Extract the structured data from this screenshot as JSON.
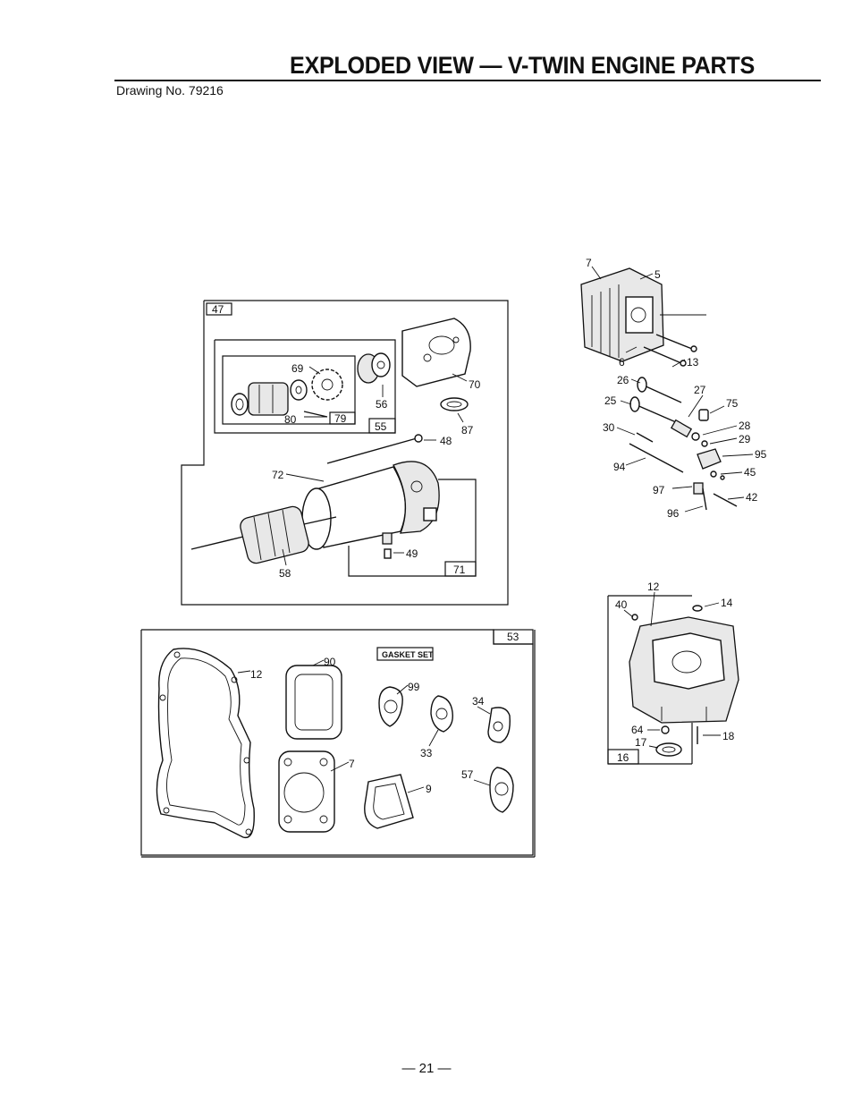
{
  "header": {
    "title": "EXPLODED VIEW — V-TWIN ENGINE PARTS",
    "drawing_number": "Drawing No. 79216"
  },
  "footer": {
    "page_number": "— 21 —"
  },
  "boxes": {
    "starter": "47",
    "starter_drive": "55",
    "drive_sub": "79",
    "end_cap": "71",
    "gasket": "53",
    "crankcase": "16"
  },
  "gasket_set_label": "GASKET SET",
  "callouts": {
    "c69": "69",
    "c56": "56",
    "c70": "70",
    "c80": "80",
    "c87": "87",
    "c48": "48",
    "c72": "72",
    "c58": "58",
    "c49": "49",
    "c7": "7",
    "c5": "5",
    "c6": "6",
    "c13": "13",
    "c26": "26",
    "c27": "27",
    "c25": "25",
    "c75": "75",
    "c28": "28",
    "c29": "29",
    "c30": "30",
    "c95": "95",
    "c94": "94",
    "c45": "45",
    "c97": "97",
    "c42": "42",
    "c96": "96",
    "c12a": "12",
    "c40": "40",
    "c14": "14",
    "c64": "64",
    "c17": "17",
    "c18": "18",
    "c12b": "12",
    "c90": "90",
    "c99": "99",
    "c34": "34",
    "c33": "33",
    "c7b": "7",
    "c57": "57",
    "c9": "9"
  }
}
